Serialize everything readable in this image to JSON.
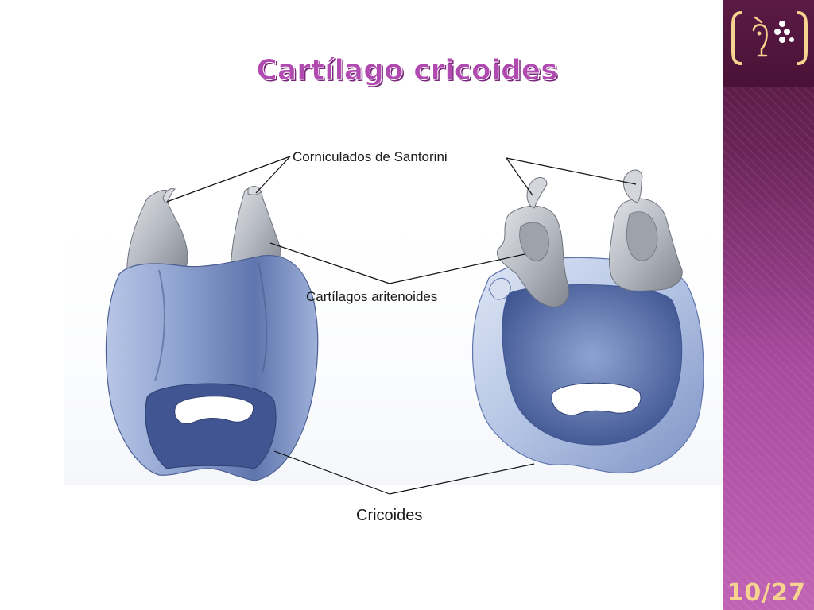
{
  "title": "Cartílago cricoides",
  "slide_number": "10/27",
  "labels": {
    "corniculados": "Corniculados de Santorini",
    "aritenoides": "Cartílagos aritenoides",
    "cricoides": "Cricoides"
  },
  "colors": {
    "title": "#b04ab0",
    "cartilage_blue": "#7d93c4",
    "arytenoid_gray": "#a9adb5",
    "sidebar": "#6b2458",
    "slide_number": "#f6d38e"
  },
  "icons": {
    "logo": "face-with-dots-logo"
  }
}
